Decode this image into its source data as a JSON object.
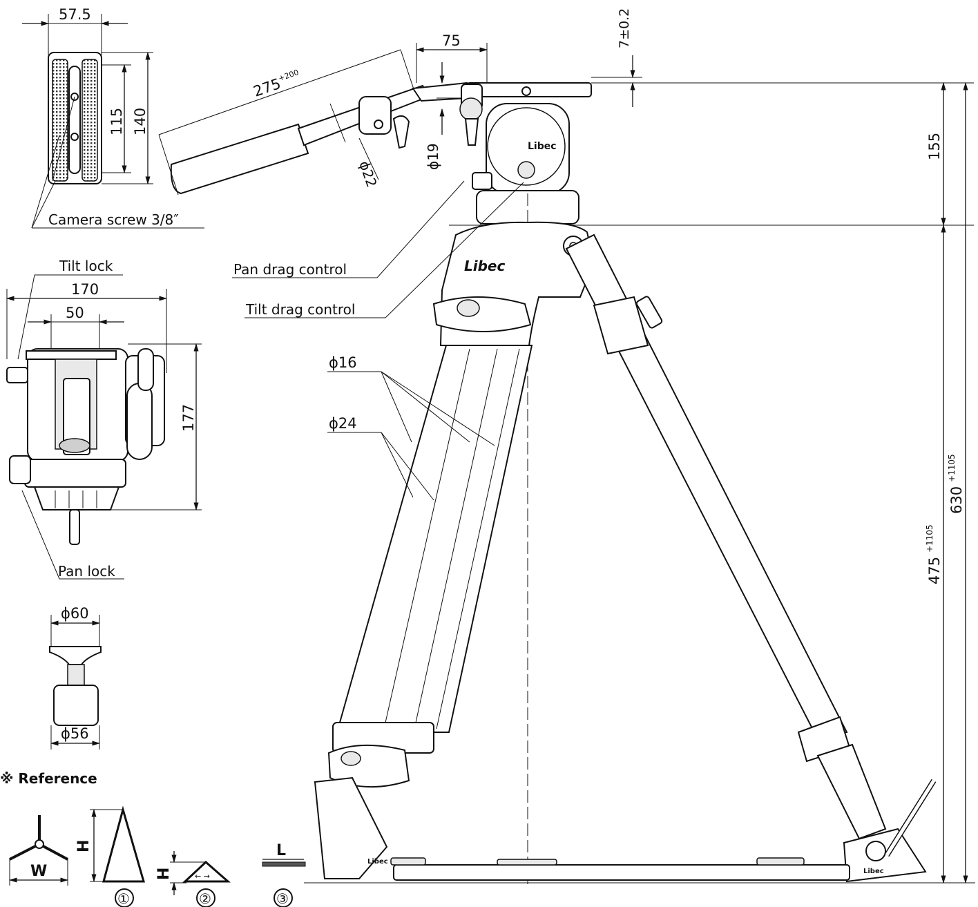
{
  "dimensions": {
    "plate_width": "57.5",
    "plate_slot": "115",
    "plate_length": "140",
    "handle_length": "275",
    "handle_length_ext": "+200",
    "head_offset": "75",
    "plate_height": "7±0.2",
    "handle_dia": "ϕ22",
    "knob_dia": "ϕ19",
    "head_height": "155",
    "head_width": "170",
    "head_depth": "50",
    "head_side_height": "177",
    "base_top_dia": "ϕ60",
    "base_bottom_dia": "ϕ56",
    "leg_upper_dia": "ϕ16",
    "leg_lower_dia": "ϕ24",
    "tripod_height": "630",
    "tripod_height_ext": "+1105",
    "legs_height": "475",
    "legs_height_ext": "+1105"
  },
  "callouts": {
    "camera_screw": "Camera screw 3/8″",
    "tilt_lock": "Tilt lock",
    "pan_lock": "Pan lock",
    "pan_drag": "Pan drag control",
    "tilt_drag": "Tilt drag control"
  },
  "brand": {
    "logo": "Libec"
  },
  "reference": {
    "title": "※ Reference",
    "w_label": "W",
    "h_label_1": "H",
    "h_label_2": "H",
    "l_label": "L",
    "mark_1": "①",
    "mark_2": "②",
    "mark_3": "③",
    "arrows": "← →"
  }
}
